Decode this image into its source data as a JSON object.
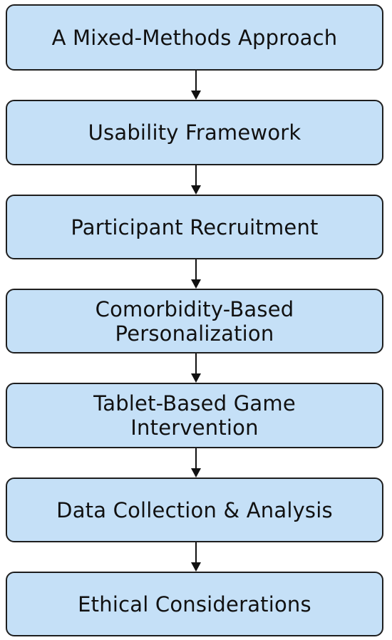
{
  "flowchart": {
    "steps": [
      {
        "label": "A Mixed-Methods Approach"
      },
      {
        "label": "Usability Framework"
      },
      {
        "label": "Participant Recruitment"
      },
      {
        "label": "Comorbidity-Based Personalization"
      },
      {
        "label": "Tablet-Based Game Intervention"
      },
      {
        "label": "Data Collection & Analysis"
      },
      {
        "label": "Ethical Considerations"
      }
    ],
    "colors": {
      "box_fill": "#c5e0f7",
      "box_border": "#1e1e1e",
      "arrow": "#111111",
      "text": "#111111"
    }
  }
}
